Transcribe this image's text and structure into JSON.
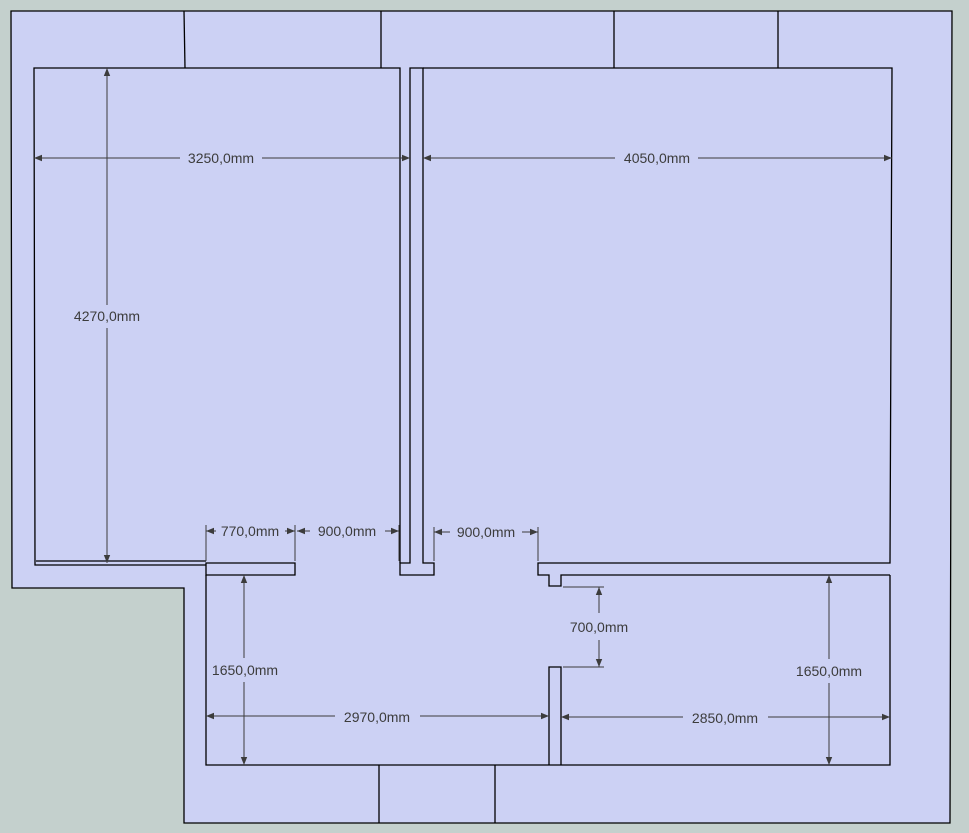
{
  "colors": {
    "fill": "#ccd1f4",
    "background": "#c4d0cd",
    "lines": "#000000",
    "dimensions": "#3c3c3c"
  },
  "dimensions": {
    "left_room_width": "3250,0mm",
    "right_room_width": "4050,0mm",
    "left_room_height": "4270,0mm",
    "wall_segment": "770,0mm",
    "door_left": "900,0mm",
    "door_right": "900,0mm",
    "recess": "700,0mm",
    "hall_left_height": "1650,0mm",
    "hall_right_height": "1650,0mm",
    "hall_left_width": "2970,0mm",
    "hall_right_width": "2850,0mm"
  }
}
